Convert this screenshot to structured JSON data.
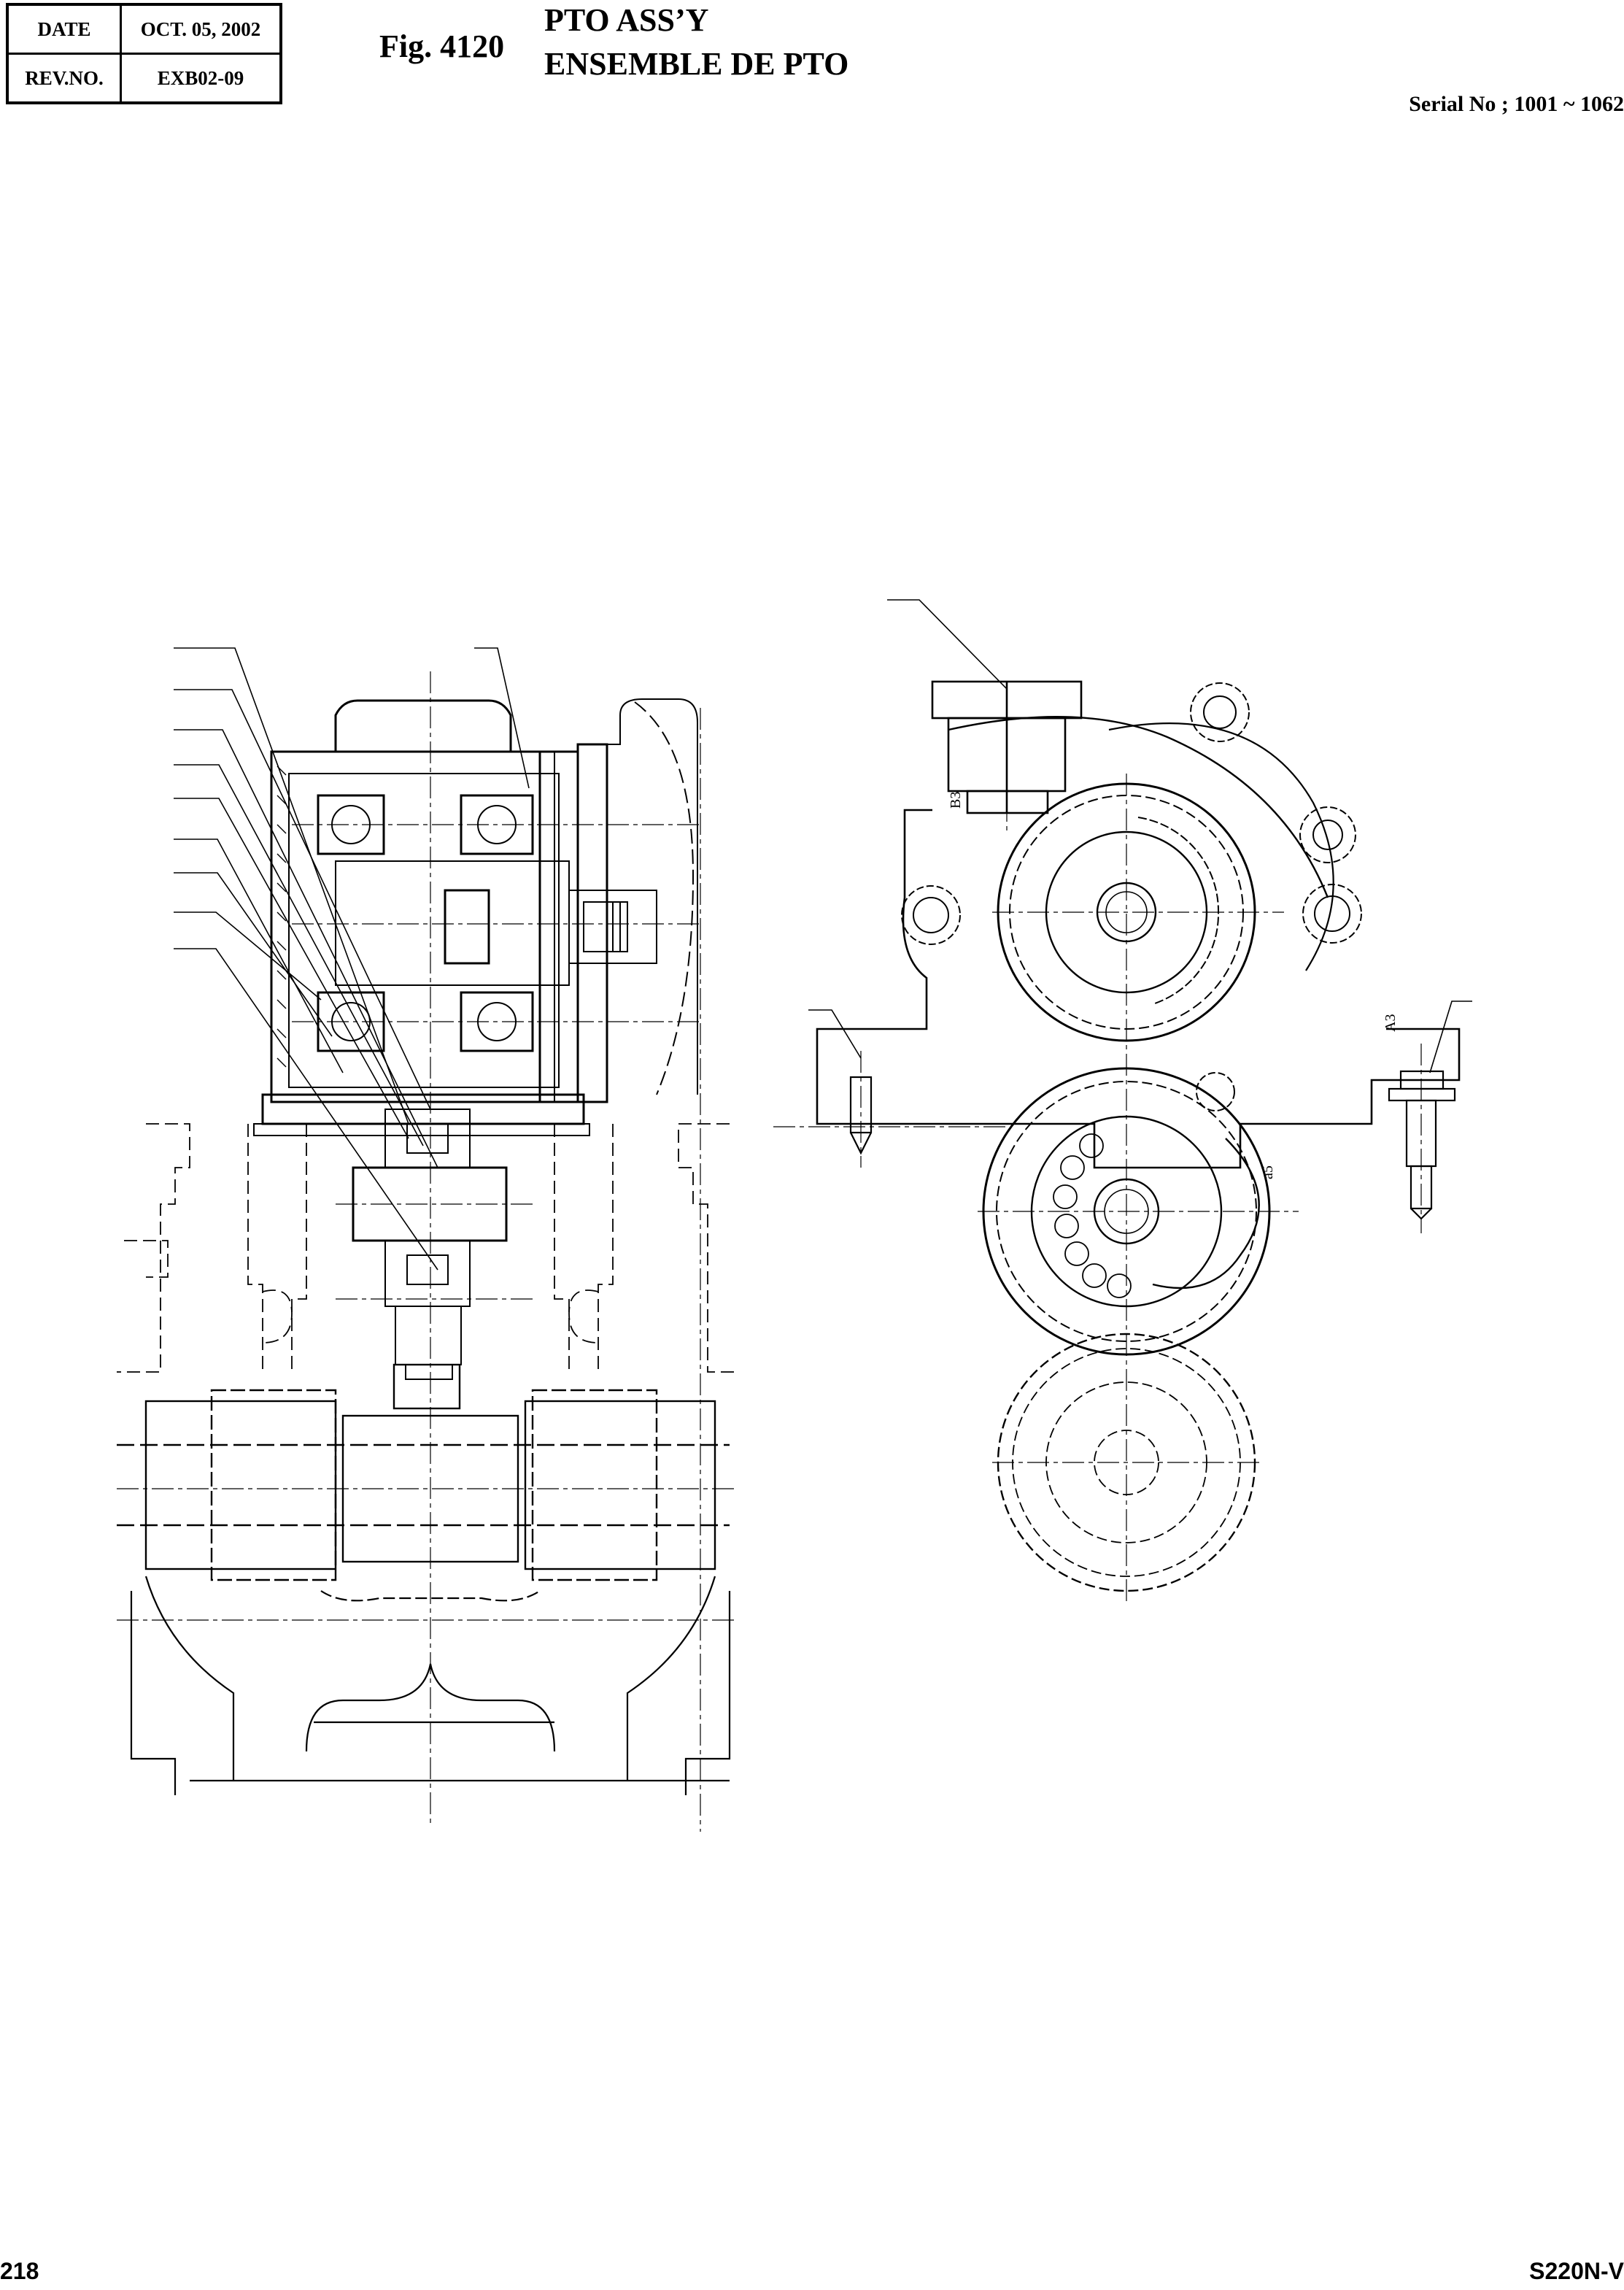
{
  "header": {
    "date_label": "DATE",
    "date_value": "OCT. 05, 2002",
    "rev_label": "REV.NO.",
    "rev_value": "EXB02-09",
    "figure_number": "Fig. 4120",
    "title_en": "PTO ASS’Y",
    "title_fr": "ENSEMBLE DE PTO",
    "serial": "Serial No ; 1001 ~ 1062"
  },
  "drawing": {
    "label_b3": "B3",
    "label_a3": "A3",
    "label_a5": "a5"
  },
  "footer": {
    "page_number": "218",
    "model": "S220N-V"
  }
}
